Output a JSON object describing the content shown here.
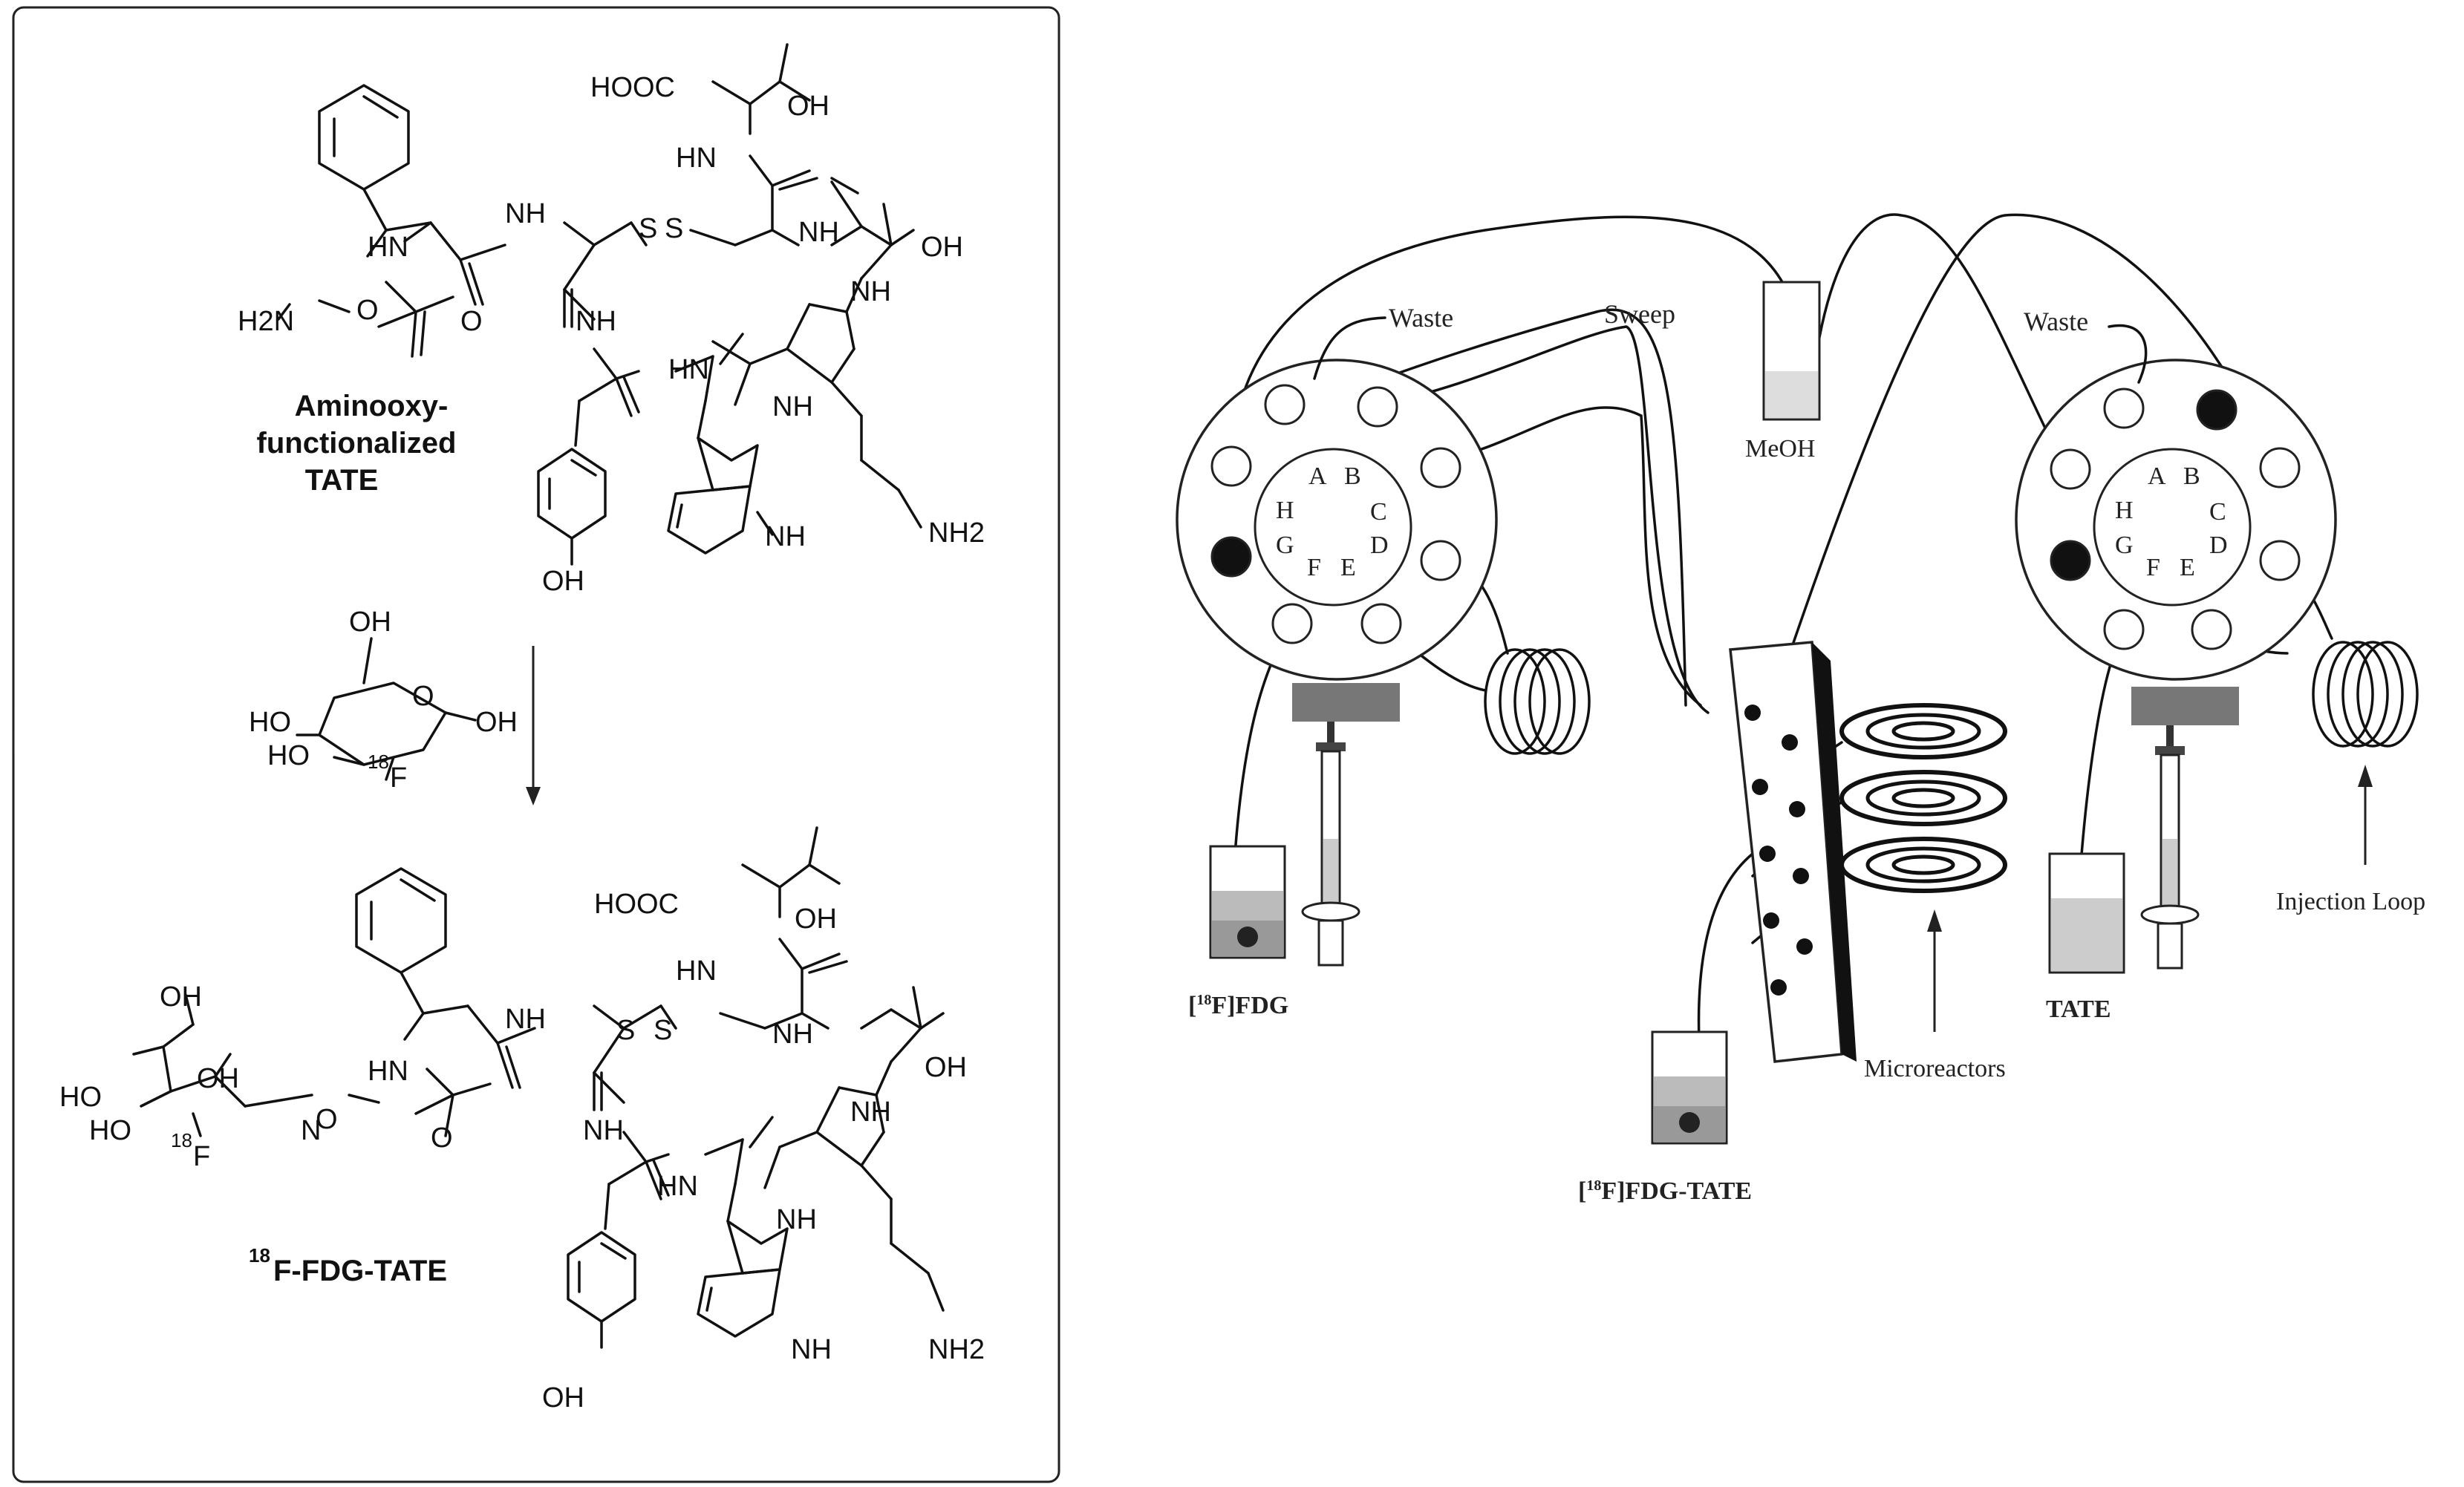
{
  "scheme": {
    "starting_material_label_line1": "Aminooxy-",
    "starting_material_label_line2": "functionalized",
    "starting_material_label_line3": "TATE",
    "product_label_mass": "18",
    "product_label_name": "F-FDG-TATE",
    "atom_labels": {
      "hooc": "HOOC",
      "oh": "OH",
      "hn": "HN",
      "nh": "NH",
      "h2n": "H2N",
      "nh2": "NH2",
      "ho": "HO",
      "o": "O",
      "s": "S",
      "n": "N",
      "f18_mass": "18",
      "f": "F"
    }
  },
  "apparatus": {
    "valve_ports": [
      "A",
      "B",
      "C",
      "D",
      "E",
      "F",
      "G",
      "H"
    ],
    "labels": {
      "waste_left": "Waste",
      "sweep": "Sweep",
      "meoh": "MeOH",
      "waste_right": "Waste",
      "fdg_prefix": "[",
      "fdg_mass": "18",
      "fdg_suffix": "F]FDG",
      "fdg_tate_prefix": "[",
      "fdg_tate_mass": "18",
      "fdg_tate_suffix": "F]FDG-TATE",
      "microreactors": "Microreactors",
      "tate": "TATE",
      "injection_loop": "Injection Loop"
    }
  }
}
